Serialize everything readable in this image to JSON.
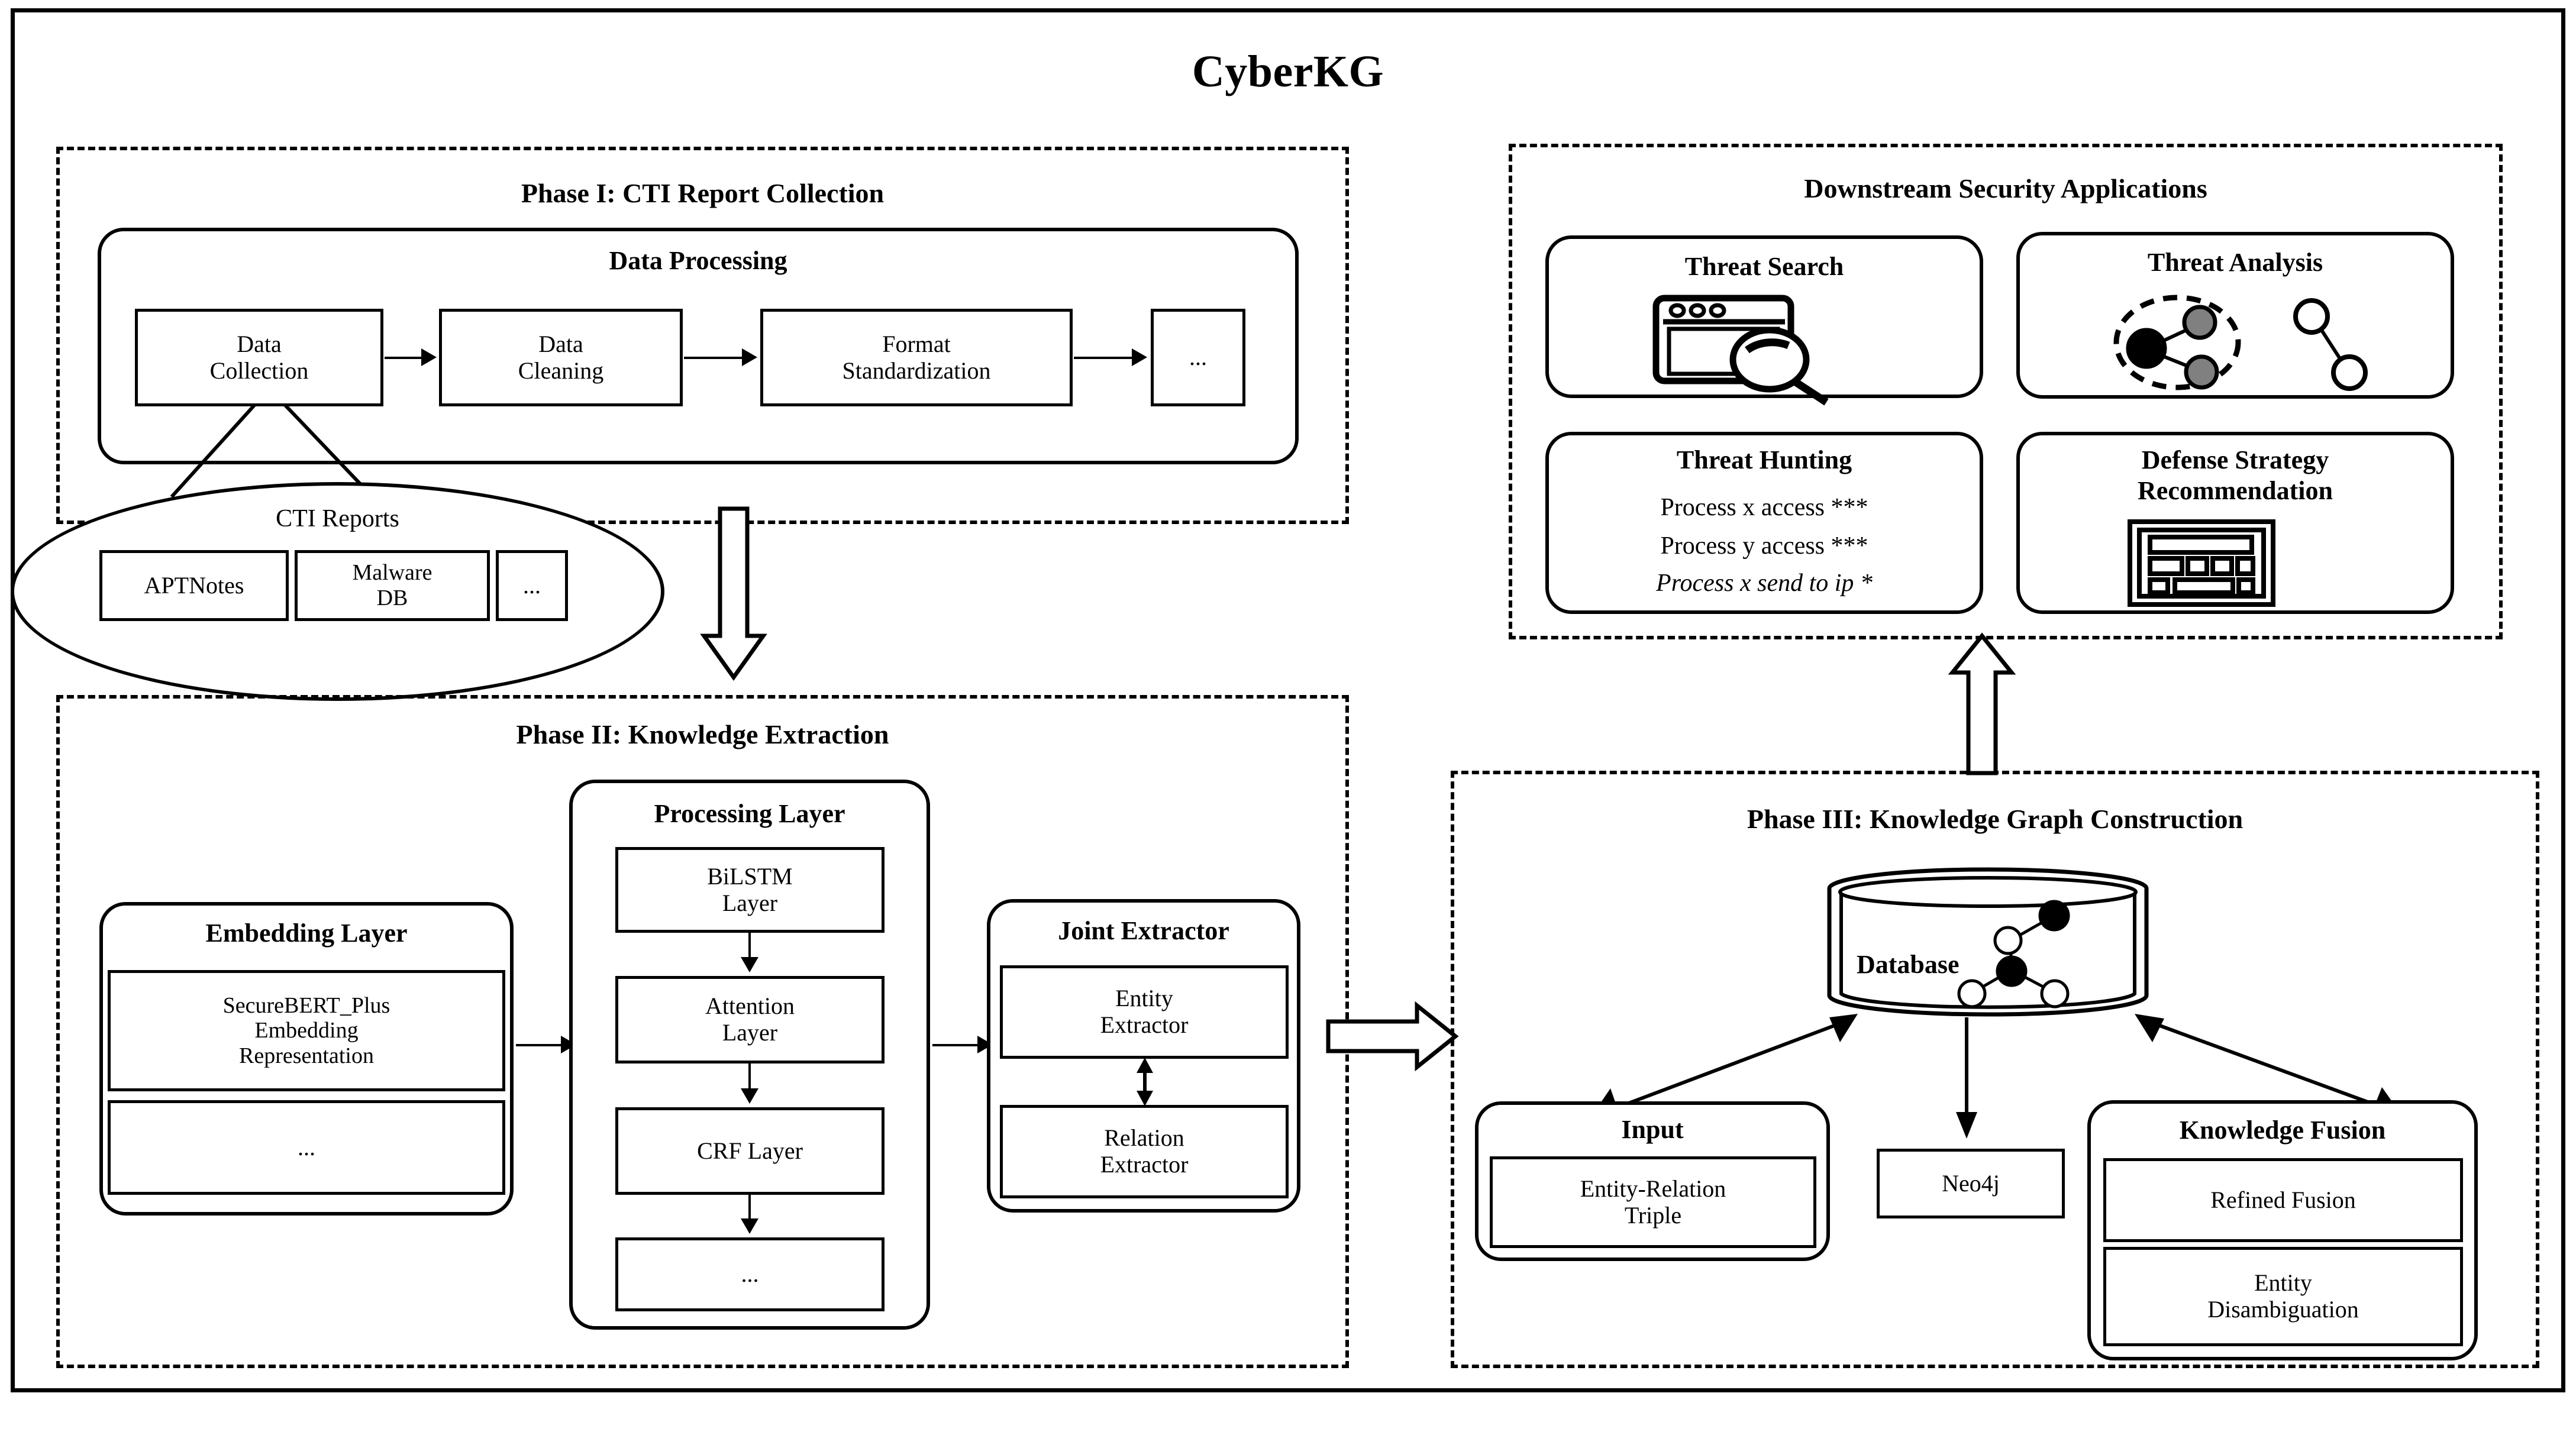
{
  "title": "CyberKG",
  "phase1": {
    "heading": "Phase I: CTI Report Collection",
    "group_heading": "Data Processing",
    "steps": [
      "Data\nCollection",
      "Data\nCleaning",
      "Format\nStandardization",
      "..."
    ],
    "source_label": "CTI Reports",
    "sources": [
      "APTNotes",
      "Malware\nDB",
      "..."
    ]
  },
  "phase2": {
    "heading": "Phase II: Knowledge Extraction",
    "embedding": {
      "heading": "Embedding Layer",
      "items": [
        "SecureBERT_Plus\nEmbedding\nRepresentation",
        "..."
      ]
    },
    "processing": {
      "heading": "Processing Layer",
      "items": [
        "BiLSTM\nLayer",
        "Attention\nLayer",
        "CRF Layer",
        "..."
      ]
    },
    "extractor": {
      "heading": "Joint Extractor",
      "items": [
        "Entity\nExtractor",
        "Relation\nExtractor"
      ]
    }
  },
  "phase3": {
    "heading": "Phase III: Knowledge Graph Construction",
    "database_label": "Database",
    "input": {
      "heading": "Input",
      "items": [
        "Entity-Relation\nTriple"
      ]
    },
    "store": "Neo4j",
    "fusion": {
      "heading": "Knowledge Fusion",
      "items": [
        "Refined Fusion",
        "Entity\nDisambiguation"
      ]
    }
  },
  "applications": {
    "heading": "Downstream Security Applications",
    "cards": [
      {
        "title": "Threat Search",
        "icon": "browser-search-icon",
        "lines": []
      },
      {
        "title": "Threat Analysis",
        "icon": "node-graph-icon",
        "lines": []
      },
      {
        "title": "Threat Hunting",
        "icon": "",
        "lines": [
          "Process x access ***",
          "Process y access ***",
          "Process x send to ip *"
        ]
      },
      {
        "title": "Defense Strategy\nRecommendation",
        "icon": "document-form-icon",
        "lines": []
      }
    ]
  },
  "colors": {
    "stroke": "#000000",
    "background": "#ffffff",
    "node_fill_gray": "#808080"
  }
}
